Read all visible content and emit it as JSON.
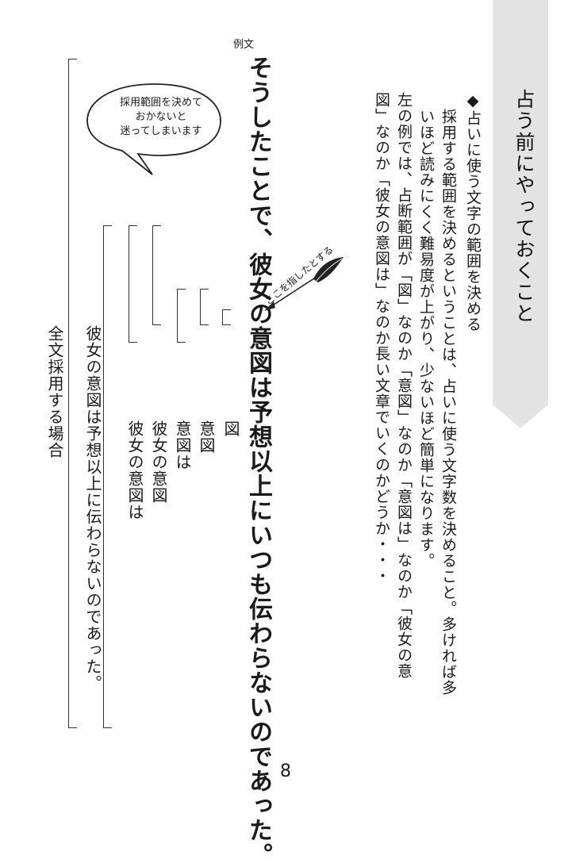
{
  "chapter_title": "占う前にやっておくこと",
  "section_heading": "◆占いに使う文字の範囲を決める",
  "body_lines": [
    "採用する範囲を決めるということは、占いに使う文字数を決めること。多ければ多",
    "いほど読みにくく難易度が上がり、少ないほど簡単になります。",
    "左の例では、占断範囲が「図」なのか「意図」なのか「意図は」なのか「彼女の意",
    "図」なのか「彼女の意図は」なのか長い文章でいくのかどうか・・・"
  ],
  "example_label": "例文",
  "example_sentence": "そうしたことで、彼女の意図は予想以上にいつも伝わらないのであった。",
  "bubble": {
    "line1": "採用範囲を決めて",
    "line2": "おかないと",
    "line3": "迷ってしまいます"
  },
  "pointer_note": "ここを指したとする",
  "scope_options": [
    "図",
    "意図",
    "意図は",
    "彼女の意図",
    "彼女の意図は"
  ],
  "scope_long": "彼女の意図は予想以上に伝わらないのであった。",
  "scope_full": "全文採用する場合",
  "page_number": "8",
  "colors": {
    "tab": "#e3e3e3",
    "ink": "#1a1a1a",
    "bracket": "#333333"
  }
}
